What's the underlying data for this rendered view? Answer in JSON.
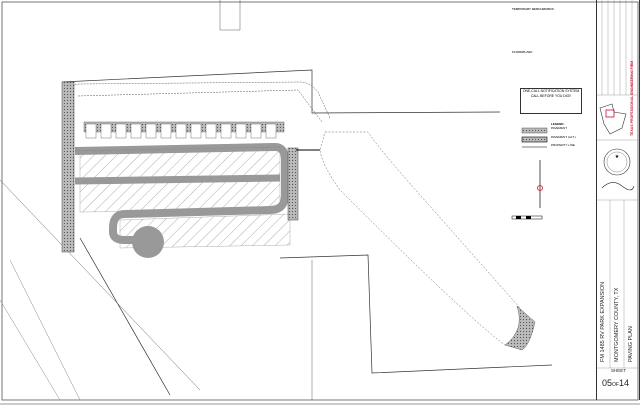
{
  "project": {
    "title": "FM 1485 RV PARK EXPANSION",
    "county": "MONTGOMERY COUNTY, TX",
    "sheet_title": "PAVING PLAN",
    "sheet_label": "SHEET",
    "sheet_number": "05",
    "sheet_of": "OF",
    "sheet_total": "14"
  },
  "notes": {
    "benchmarks_heading": "TEMPORARY BENCHMARKS:",
    "floodplain_heading": "FLOODPLAIN:"
  },
  "one_call": {
    "line1": "ONE-CALL NOTIFICATION SYSTEM",
    "line2": "CALL BEFORE YOU DIG!!"
  },
  "legend": {
    "heading": "LEGEND",
    "items": [
      "PAVEMENT",
      "PAVEMENT (ALT.)",
      "PROPERTY LINE"
    ]
  },
  "seal": {
    "label": "TEXAS PROFESSIONAL ENGINEERING FIRM"
  },
  "colors": {
    "line": "#333333",
    "hatch": "#888888",
    "stamp": "#c8102e"
  }
}
